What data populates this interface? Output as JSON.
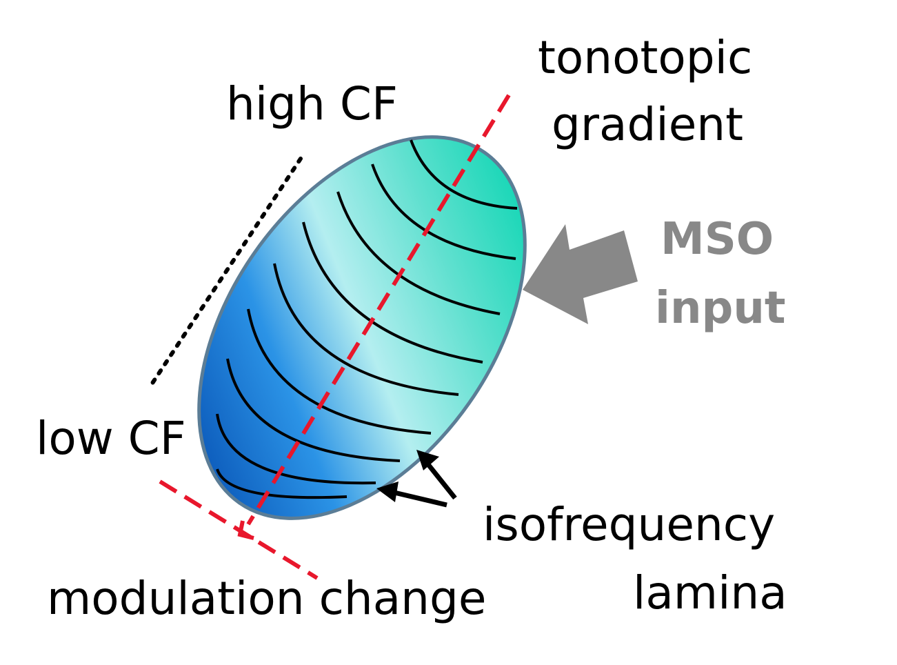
{
  "labels": {
    "tonotopic_line1": "tonotopic",
    "tonotopic_line2": "gradient",
    "high_cf": "high CF",
    "low_cf": "low CF",
    "mso_line1": "MSO",
    "mso_line2": "input",
    "isofrequency_line1": "isofrequency",
    "isofrequency_line2": "lamina",
    "modulation_change": "modulation change"
  },
  "colors": {
    "gradient_top": "#10d6b4",
    "gradient_mid": "#b4eef0",
    "gradient_bottom": "#0a57b8",
    "outline": "#5b7d96",
    "axis_dash": "#e8172c",
    "mso_arrow": "#888888",
    "text": "#000000"
  }
}
